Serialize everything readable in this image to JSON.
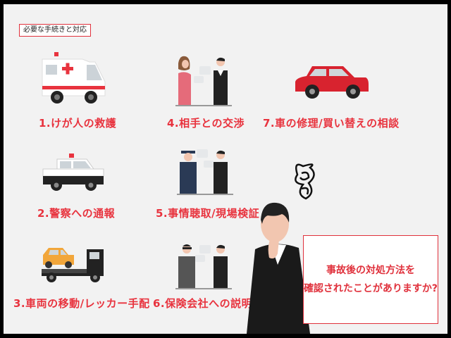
{
  "header": {
    "tag": "必要な手続きと対応"
  },
  "items": [
    {
      "label": "1.けが人の救護",
      "icon": "ambulance-icon"
    },
    {
      "label": "2.警察への通報",
      "icon": "police-car-icon"
    },
    {
      "label": "3.車両の移動/レッカー手配",
      "icon": "tow-truck-icon"
    },
    {
      "label": "4.相手との交渉",
      "icon": "two-people-talking-icon"
    },
    {
      "label": "5.事情聴取/現場検証",
      "icon": "police-officer-talking-icon"
    },
    {
      "label": "6.保険会社への説明",
      "icon": "businessman-talking-icon"
    },
    {
      "label": "7.車の修理/買い替えの相談",
      "icon": "red-car-icon"
    }
  ],
  "question": {
    "line1": "事故後の対処方法を",
    "line2": "確認されたことがありますか?"
  },
  "colors": {
    "accent": "#e0313c",
    "background": "#f2f2f2"
  }
}
